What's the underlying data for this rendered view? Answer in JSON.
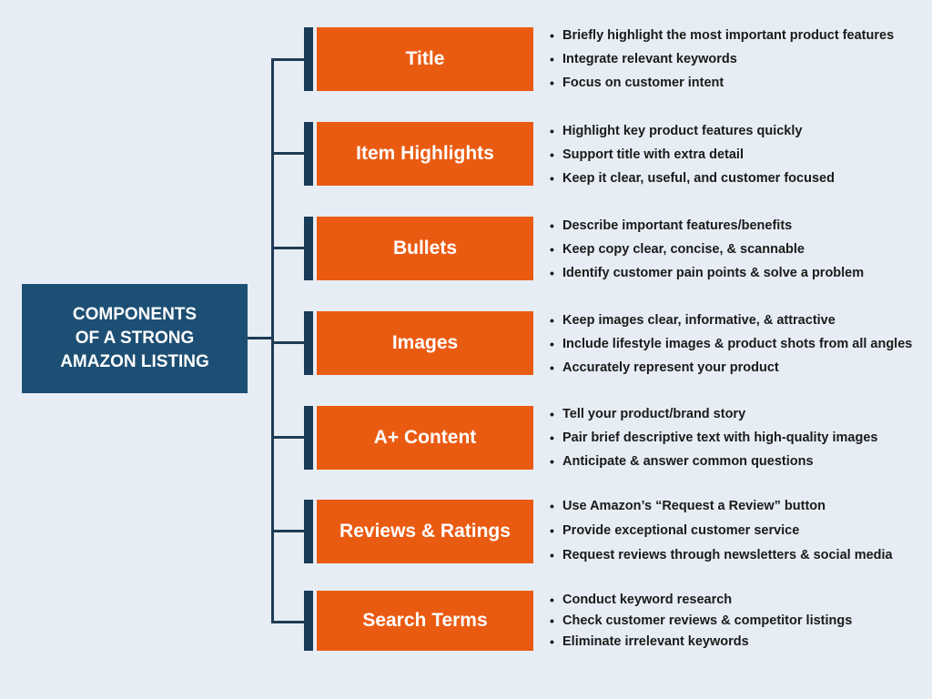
{
  "diagram": {
    "root": {
      "lines": [
        "COMPONENTS",
        "OF A STRONG",
        "AMAZON LISTING"
      ]
    },
    "branches": [
      {
        "label": "Title",
        "bullets": [
          "Briefly highlight the most important product features",
          "Integrate relevant keywords",
          "Focus on customer intent"
        ]
      },
      {
        "label": "Item Highlights",
        "bullets": [
          "Highlight key product features quickly",
          "Support title with extra detail",
          "Keep it clear, useful, and customer focused"
        ]
      },
      {
        "label": "Bullets",
        "bullets": [
          "Describe important features/benefits",
          "Keep copy clear, concise, & scannable",
          "Identify customer pain points & solve a problem"
        ]
      },
      {
        "label": "Images",
        "bullets": [
          "Keep images clear, informative, & attractive",
          "Include lifestyle images & product shots from all angles",
          "Accurately represent your product"
        ]
      },
      {
        "label": "A+ Content",
        "bullets": [
          "Tell your product/brand story",
          "Pair brief descriptive text with high-quality images",
          "Anticipate & answer common questions"
        ]
      },
      {
        "label": "Reviews & Ratings",
        "bullets": [
          "Use Amazon’s “Request a Review” button",
          "Provide exceptional customer service",
          "Request reviews through newsletters & social media"
        ]
      },
      {
        "label": "Search Terms",
        "bullets": [
          "Conduct keyword research",
          "Check customer reviews & competitor listings",
          "Eliminate irrelevant keywords"
        ]
      }
    ]
  },
  "colors": {
    "background": "#e7edf4",
    "root_fill": "#1d4f74",
    "branch_fill": "#ea5b12",
    "branch_bar": "#183b58",
    "connector": "#1f3b55",
    "text_dark": "#1a1a1a",
    "text_light": "#ffffff"
  }
}
